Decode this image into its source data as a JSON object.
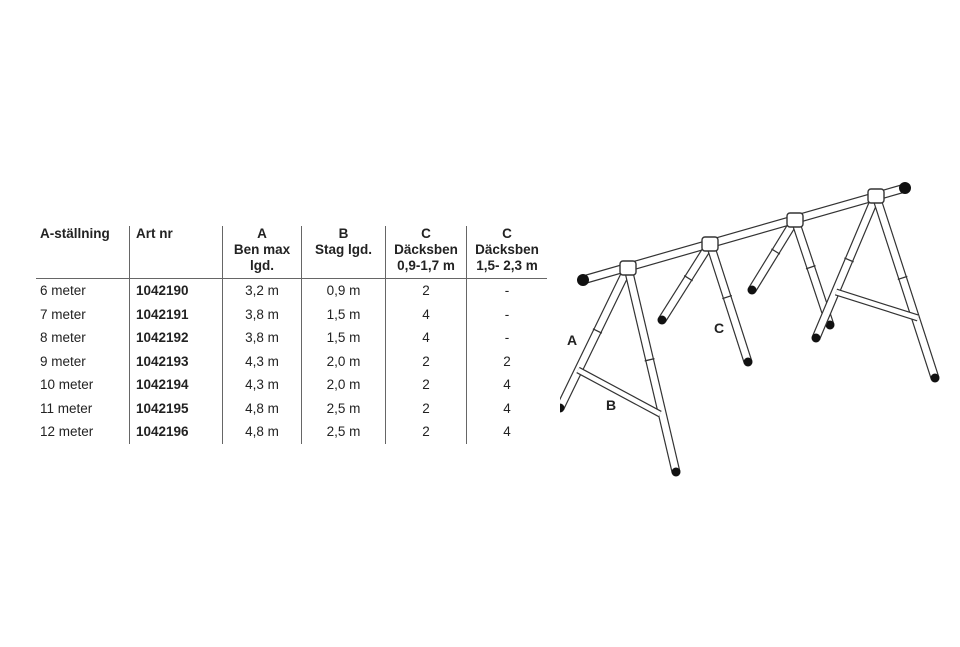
{
  "table": {
    "headers": [
      [
        "A-ställning"
      ],
      [
        "Art nr"
      ],
      [
        "A",
        "Ben max",
        "lgd."
      ],
      [
        "B",
        "Stag lgd."
      ],
      [
        "C",
        "Däcksben",
        "0,9-1,7 m"
      ],
      [
        "C",
        "Däcksben",
        "1,5- 2,3 m"
      ]
    ],
    "rows": [
      [
        "6 meter",
        "1042190",
        "3,2 m",
        "0,9 m",
        "2",
        "-"
      ],
      [
        "7 meter",
        "1042191",
        "3,8 m",
        "1,5 m",
        "4",
        "-"
      ],
      [
        "8 meter",
        "1042192",
        "3,8 m",
        "1,5 m",
        "4",
        "-"
      ],
      [
        "9 meter",
        "1042193",
        "4,3 m",
        "2,0 m",
        "2",
        "2"
      ],
      [
        "10 meter",
        "1042194",
        "4,3 m",
        "2,0 m",
        "2",
        "4"
      ],
      [
        "11 meter",
        "1042195",
        "4,8 m",
        "2,5 m",
        "2",
        "4"
      ],
      [
        "12 meter",
        "1042196",
        "4,8 m",
        "2,5 m",
        "2",
        "4"
      ]
    ]
  },
  "diagram": {
    "labels": {
      "a": "A",
      "b": "B",
      "c": "C"
    },
    "line_color": "#333333",
    "tip_color": "#111111"
  }
}
